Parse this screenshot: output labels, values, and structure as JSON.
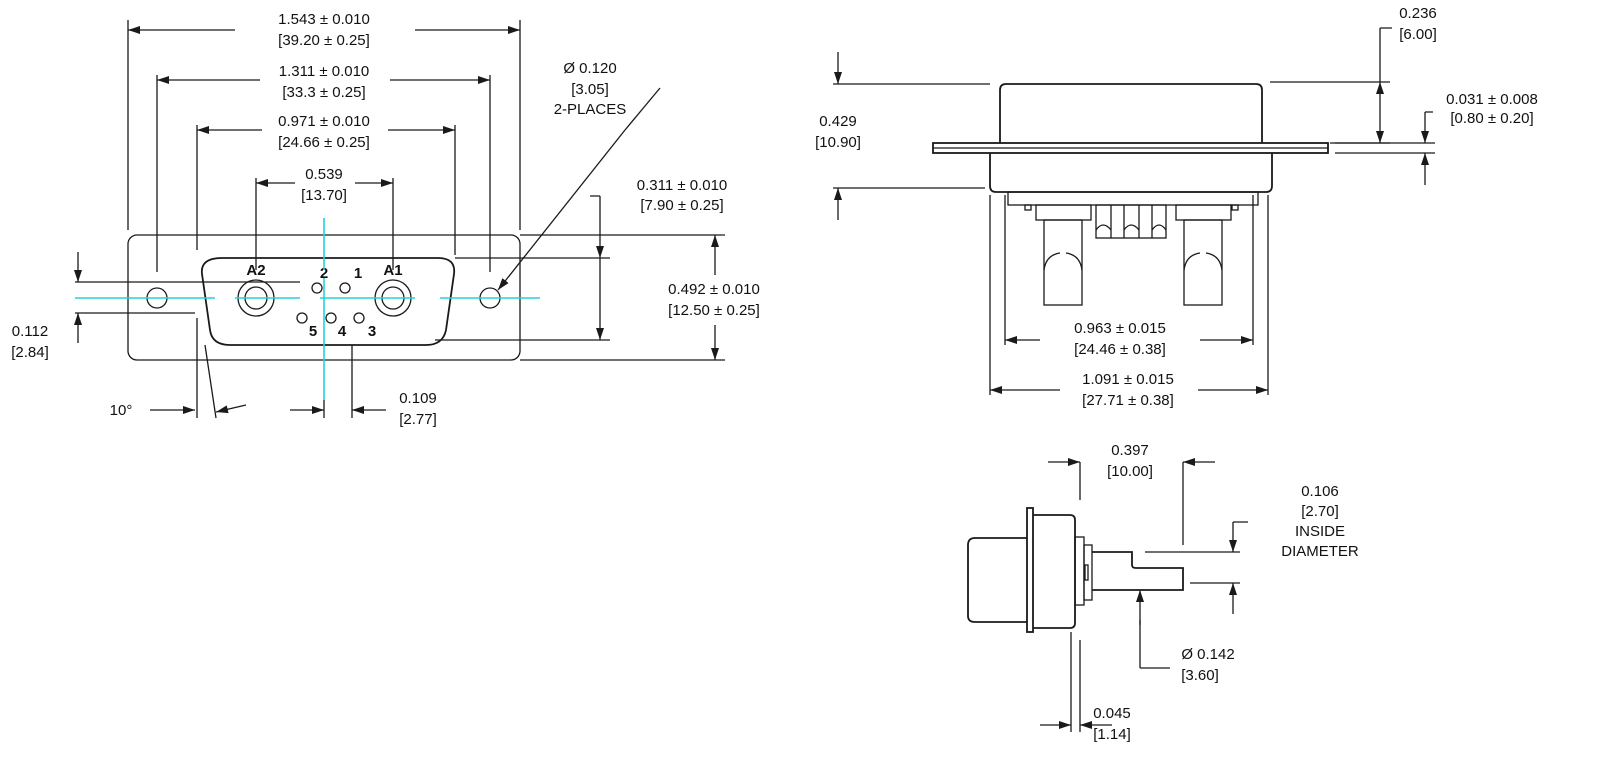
{
  "colors": {
    "line": "#1a1a1a",
    "centerline": "#22d3d8",
    "background": "#ffffff"
  },
  "front_view": {
    "pin_labels": [
      "A2",
      "2",
      "1",
      "A1",
      "5",
      "4",
      "3"
    ],
    "dims": {
      "overall_width": {
        "in": "1.543 ± 0.010",
        "mm": "[39.20 ± 0.25]"
      },
      "hole_spacing": {
        "in": "1.311 ± 0.010",
        "mm": "[33.3 ± 0.25]"
      },
      "shell_width": {
        "in": "0.971 ± 0.010",
        "mm": "[24.66 ± 0.25]"
      },
      "coax_spacing": {
        "in": "0.539",
        "mm": "[13.70]"
      },
      "hole_dia": {
        "in": "Ø 0.120",
        "mm": "[3.05]",
        "note": "2-PLACES"
      },
      "shell_height": {
        "in": "0.311 ± 0.010",
        "mm": "[7.90 ± 0.25]"
      },
      "flange_height": {
        "in": "0.492 ± 0.010",
        "mm": "[12.50 ± 0.25]"
      },
      "row_spacing": {
        "in": "0.112",
        "mm": "[2.84]"
      },
      "angle": {
        "value": "10°"
      },
      "pin_pitch": {
        "in": "0.109",
        "mm": "[2.77]"
      }
    }
  },
  "side_view": {
    "dims": {
      "overall_height": {
        "in": "0.429",
        "mm": "[10.90]"
      },
      "shell_depth": {
        "in": "0.236",
        "mm": "[6.00]"
      },
      "flange_thickness": {
        "in": "0.031 ± 0.008",
        "mm": "[0.80 ± 0.20]"
      },
      "body_inner": {
        "in": "0.963 ± 0.015",
        "mm": "[24.46 ± 0.38]"
      },
      "body_outer": {
        "in": "1.091 ± 0.015",
        "mm": "[27.71 ± 0.38]"
      }
    }
  },
  "profile_view": {
    "dims": {
      "tail_length": {
        "in": "0.397",
        "mm": "[10.00]"
      },
      "inside_dia": {
        "in": "0.106",
        "mm": "[2.70]",
        "note1": "INSIDE",
        "note2": "DIAMETER"
      },
      "contact_dia": {
        "in": "Ø 0.142",
        "mm": "[3.60]"
      },
      "offset": {
        "in": "0.045",
        "mm": "[1.14]"
      }
    }
  }
}
